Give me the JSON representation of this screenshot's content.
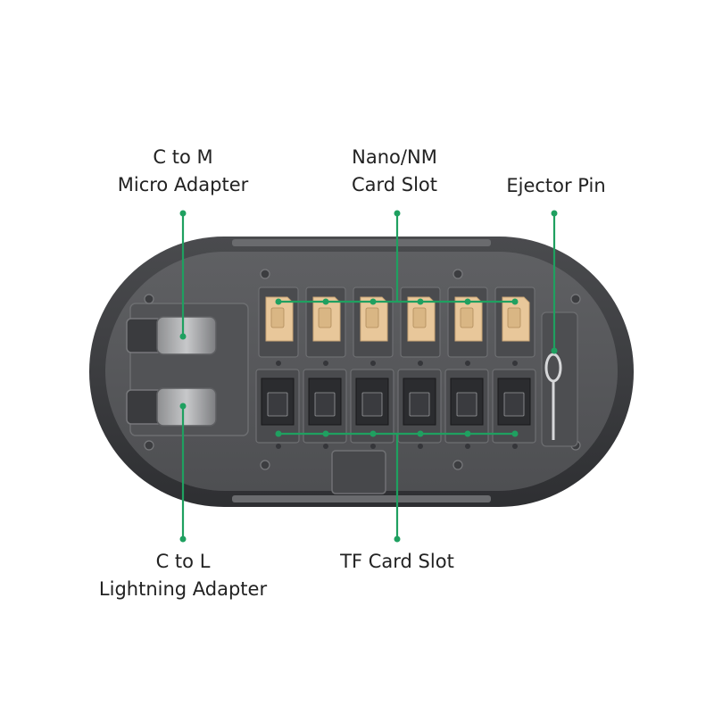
{
  "labels": {
    "micro_adapter": [
      "C to M",
      "Micro Adapter"
    ],
    "nano_slot": [
      "Nano/NM",
      "Card Slot"
    ],
    "ejector_pin": [
      "Ejector Pin"
    ],
    "lightning_adapter": [
      "C to L",
      "Lightning Adapter"
    ],
    "tf_slot": [
      "TF Card Slot"
    ]
  },
  "slot_count": 6,
  "colors": {
    "callout": "#1fa060",
    "case_outer": "#3a3b3e",
    "case_inner": "#58595c",
    "sim_gold": "#e8c79a",
    "tf_card": "#2b2c2f",
    "text": "#222222"
  }
}
